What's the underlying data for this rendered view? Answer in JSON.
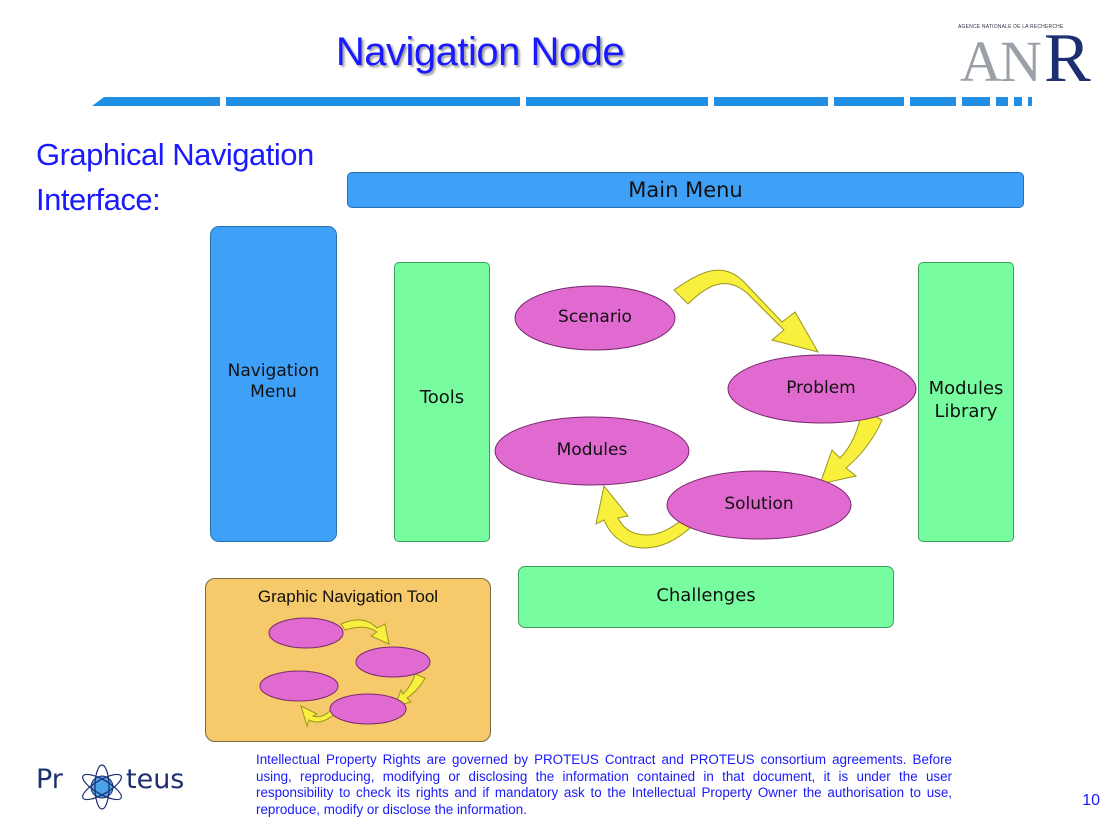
{
  "slide": {
    "title": "Navigation Node",
    "subtitle_line1": "Graphical Navigation",
    "subtitle_line2": "Interface:",
    "page_number": "10"
  },
  "logo_anr": {
    "small_text": "AGENCE NATIONALE DE LA RECHERCHE",
    "text_a": "A",
    "text_n": "N",
    "text_r": "R"
  },
  "diagram": {
    "main_menu": "Main Menu",
    "navigation_menu_line1": "Navigation",
    "navigation_menu_line2": "Menu",
    "tools": "Tools",
    "modules_library_line1": "Modules",
    "modules_library_line2": "Library",
    "challenges": "Challenges",
    "scenario": "Scenario",
    "problem": "Problem",
    "modules": "Modules",
    "solution": "Solution",
    "graphic_navigation_tool": "Graphic Navigation Tool"
  },
  "footer": {
    "logo_text_left": "Pr",
    "logo_text_right": "teus",
    "notice": "Intellectual Property Rights are governed by PROTEUS Contract and PROTEUS consortium agreements. Before using, reproducing, modifying or disclosing the information contained in that document, it is under the user responsibility to check its rights and if mandatory ask to the Intellectual Property Owner the authorisation to use, reproduce, modify or disclose the information."
  },
  "colors": {
    "title_blue": "#1a1aff",
    "bar_blue": "#1f8fe6",
    "box_blue": "#3fa0f8",
    "box_green": "#78fca0",
    "ellipse_magenta": "#e06ad0",
    "arrow_yellow": "#f8f03c",
    "tool_orange": "#f6c96a"
  }
}
